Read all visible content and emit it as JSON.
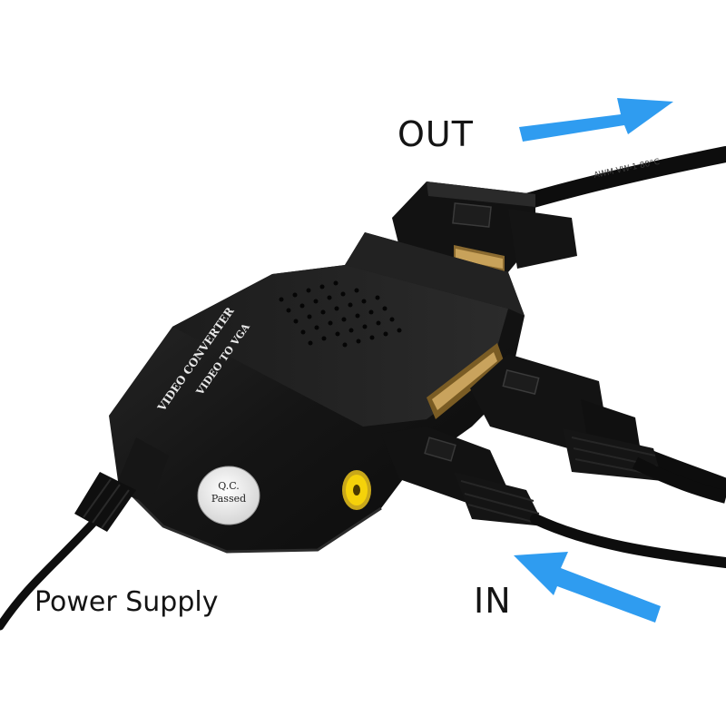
{
  "labels": {
    "out": "OUT",
    "in": "IN",
    "power": "Power Supply"
  },
  "device": {
    "line1": "VIDEO CONVERTER",
    "line2": "VIDEO TO VGA",
    "qc": "Q.C.\nPassed"
  },
  "cable_print": "AWM VW-1 80°C",
  "colors": {
    "arrow": "#2f9cf0",
    "body": "#101010",
    "cable": "#0e0e0e",
    "rca": "#f5d20a"
  }
}
